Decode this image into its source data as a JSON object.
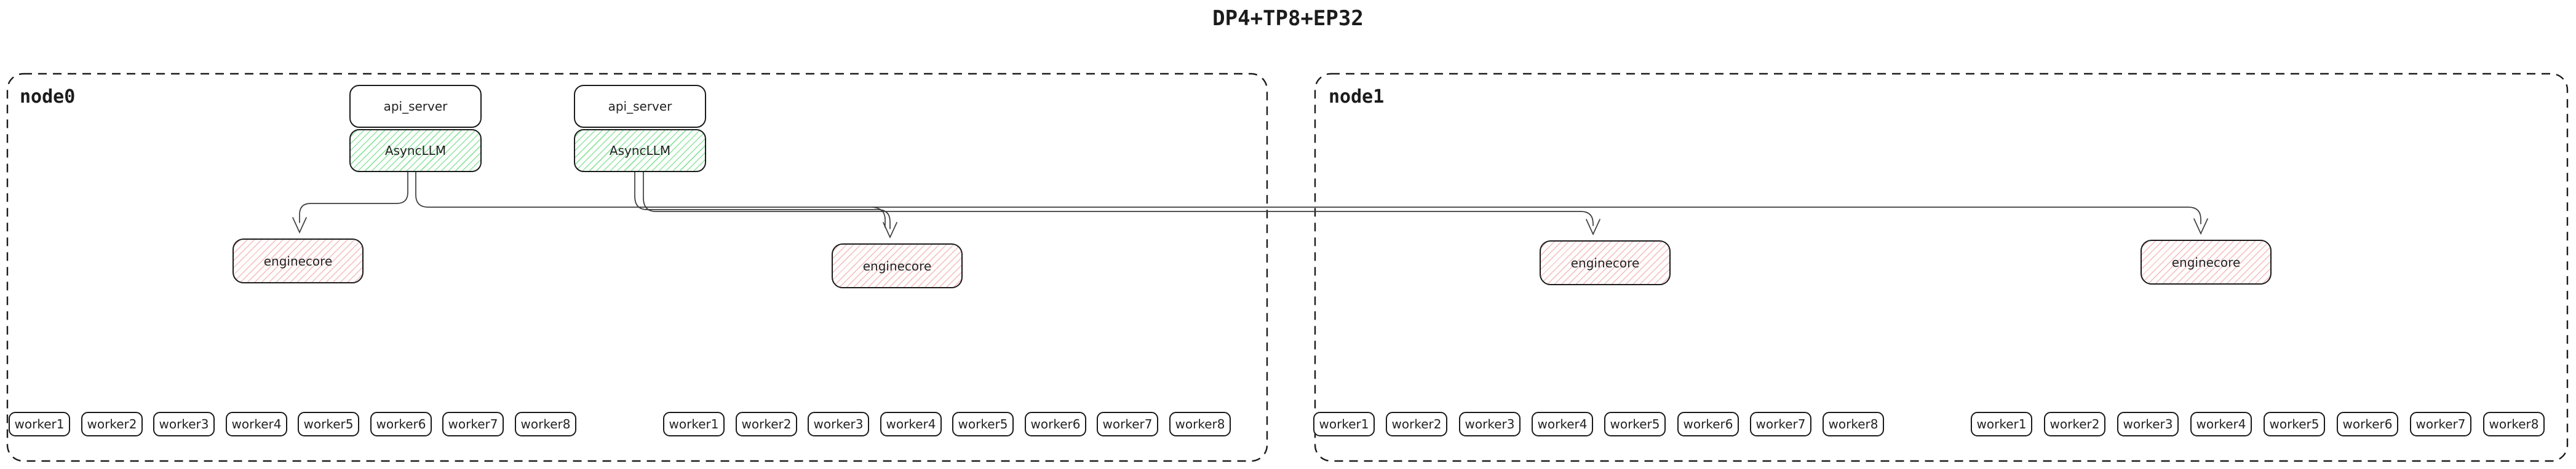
{
  "title": "DP4+TP8+EP32",
  "colors": {
    "background": "#ffffff",
    "box_border": "#1a1a1a",
    "node_border": "#1a1a1a",
    "edge_line": "#3c3c3c",
    "asyncllm_hatch_green": "#8fe3a1",
    "enginecore_hatch_red": "#f3bcbc",
    "text": "#232323"
  },
  "nodes": [
    {
      "label": "node0",
      "stacks": [
        {
          "api_server": "api_server",
          "async_llm": "AsyncLLM"
        },
        {
          "api_server": "api_server",
          "async_llm": "AsyncLLM"
        }
      ],
      "enginecores": [
        "enginecore",
        "enginecore"
      ],
      "worker_groups": [
        [
          "worker1",
          "worker2",
          "worker3",
          "worker4",
          "worker5",
          "worker6",
          "worker7",
          "worker8"
        ],
        [
          "worker1",
          "worker2",
          "worker3",
          "worker4",
          "worker5",
          "worker6",
          "worker7",
          "worker8"
        ]
      ]
    },
    {
      "label": "node1",
      "stacks": [],
      "enginecores": [
        "enginecore",
        "enginecore"
      ],
      "worker_groups": [
        [
          "worker1",
          "worker2",
          "worker3",
          "worker4",
          "worker5",
          "worker6",
          "worker7",
          "worker8"
        ],
        [
          "worker1",
          "worker2",
          "worker3",
          "worker4",
          "worker5",
          "worker6",
          "worker7",
          "worker8"
        ]
      ]
    }
  ]
}
